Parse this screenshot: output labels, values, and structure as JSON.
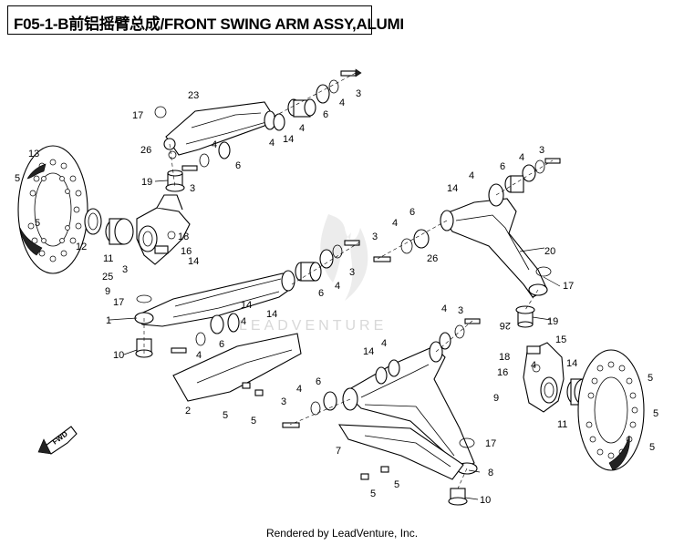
{
  "title": "F05-1-B前铝摇臂总成/FRONT SWING ARM ASSY,ALUMI",
  "watermark": "LEADVENTURE",
  "footer": "Rendered by LeadVenture, Inc.",
  "fwd_label": "FWD",
  "callouts": {
    "c1": "1",
    "c2": "2",
    "c3a": "3",
    "c3b": "3",
    "c3c": "3",
    "c3d": "3",
    "c3e": "3",
    "c3f": "3",
    "c3g": "3",
    "c3h": "3",
    "c4a": "4",
    "c4b": "4",
    "c4c": "4",
    "c4d": "4",
    "c4e": "4",
    "c4f": "4",
    "c4g": "4",
    "c4h": "4",
    "c4i": "4",
    "c4j": "4",
    "c4k": "4",
    "c4l": "4",
    "c4m": "4",
    "c4n": "4",
    "c5a": "5",
    "c5b": "5",
    "c5c": "5",
    "c5d": "5",
    "c5e": "5",
    "c5f": "5",
    "c5g": "5",
    "c5h": "5",
    "c5i": "5",
    "c6a": "6",
    "c6b": "6",
    "c6c": "6",
    "c6d": "6",
    "c6e": "6",
    "c6f": "6",
    "c6g": "6",
    "c7": "7",
    "c8": "8",
    "c9a": "9",
    "c9b": "9",
    "c10a": "10",
    "c10b": "10",
    "c11a": "11",
    "c11b": "11",
    "c12": "12",
    "c13": "13",
    "c14a": "14",
    "c14b": "14",
    "c14c": "14",
    "c14d": "14",
    "c14e": "14",
    "c14f": "14",
    "c14g": "14",
    "c15": "15",
    "c16a": "16",
    "c16b": "16",
    "c17a": "17",
    "c17b": "17",
    "c17c": "17",
    "c17d": "17",
    "c18a": "18",
    "c18b": "18",
    "c19a": "19",
    "c19b": "19",
    "c20": "20",
    "c23": "23",
    "c25": "25",
    "c26a": "26",
    "c26b": "26",
    "c26c": "26"
  }
}
